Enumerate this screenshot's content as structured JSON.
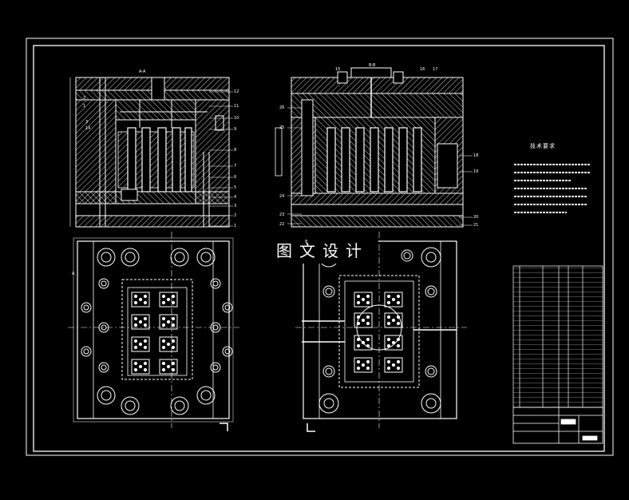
{
  "watermark": "图文设计",
  "technical_requirements": {
    "title": "技术要求",
    "items": [
      "1.",
      "2.",
      "3.",
      "4.",
      "5."
    ]
  },
  "section_left": {
    "title": "A-A"
  },
  "section_right": {
    "title": "B-B"
  },
  "plan_left": {
    "marker_a": "A"
  },
  "plan_right": {
    "marker_b": "B"
  },
  "balloons_left": [
    "12",
    "11",
    "10",
    "9",
    "8",
    "7",
    "6",
    "5",
    "4",
    "3",
    "2",
    "1"
  ],
  "balloons_left_inner": [
    "1",
    "2",
    "3",
    "14"
  ],
  "balloons_right_top": [
    "15",
    "16",
    "17"
  ],
  "balloons_right_side": [
    "18",
    "19",
    "20",
    "21",
    "22",
    "23",
    "24",
    "25",
    "26"
  ],
  "colors": {
    "background": "#000000",
    "lines": "#ffffff",
    "hatch": "#ffffff"
  }
}
